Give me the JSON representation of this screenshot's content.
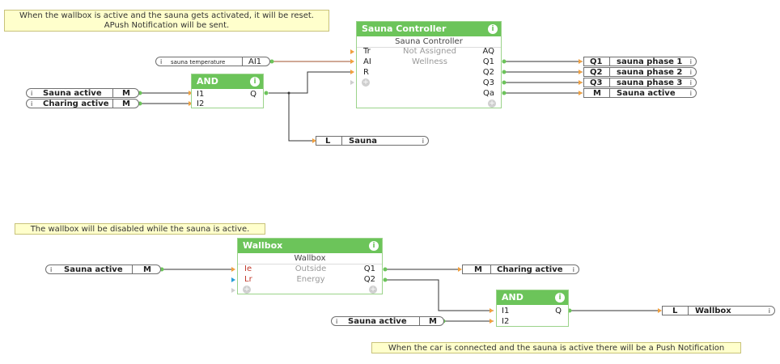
{
  "notes": {
    "top": "When the wallbox is active and the sauna gets activated, it will be reset.\nAPush Notification will be sent.",
    "middle": "The wallbox will be disabled while the sauna is active.",
    "bottom": "When the car is connected and the sauna is active there will be a Push Notification"
  },
  "sauna_controller": {
    "title": "Sauna Controller",
    "name": "Sauna Controller",
    "line1": "Not Assigned",
    "line2": "Wellness",
    "inputs": [
      "Tr",
      "AI",
      "R"
    ],
    "outputs": [
      "AQ",
      "Q1",
      "Q2",
      "Q3",
      "Qa"
    ]
  },
  "and1": {
    "title": "AND",
    "inputs": [
      "I1",
      "I2"
    ],
    "output": "Q"
  },
  "and2": {
    "title": "AND",
    "inputs": [
      "I1",
      "I2"
    ],
    "output": "Q"
  },
  "wallbox": {
    "title": "Wallbox",
    "name": "Wallbox",
    "line1": "Outside",
    "line2": "Energy",
    "inputs": [
      "Ie",
      "Lr"
    ],
    "outputs": [
      "Q1",
      "Q2"
    ]
  },
  "refs": {
    "sauna_temp": {
      "label": "sauna temperature",
      "tag": "AI1"
    },
    "sauna_active_1": {
      "label": "Sauna active",
      "tag": "M"
    },
    "charing_active_1": {
      "label": "Charing active",
      "tag": "M"
    },
    "sauna_active_2": {
      "label": "Sauna active",
      "tag": "M"
    },
    "sauna_active_3": {
      "label": "Sauna active",
      "tag": "M"
    },
    "phase1": {
      "tag": "Q1",
      "label": "sauna phase 1"
    },
    "phase2": {
      "tag": "Q2",
      "label": "sauna phase 2"
    },
    "phase3": {
      "tag": "Q3",
      "label": "sauna phase 3"
    },
    "sauna_active_out": {
      "tag": "M",
      "label": "Sauna active"
    },
    "sauna_L": {
      "tag": "L",
      "label": "Sauna"
    },
    "charing_active_out": {
      "tag": "M",
      "label": "Charing active"
    },
    "wallbox_L": {
      "tag": "L",
      "label": "Wallbox"
    }
  },
  "icons": {
    "info": "i"
  },
  "colors": {
    "block_header": "#6cc45a",
    "wire": "#333333",
    "wire_analog": "#a0522d",
    "note_bg": "#ffffcc"
  }
}
